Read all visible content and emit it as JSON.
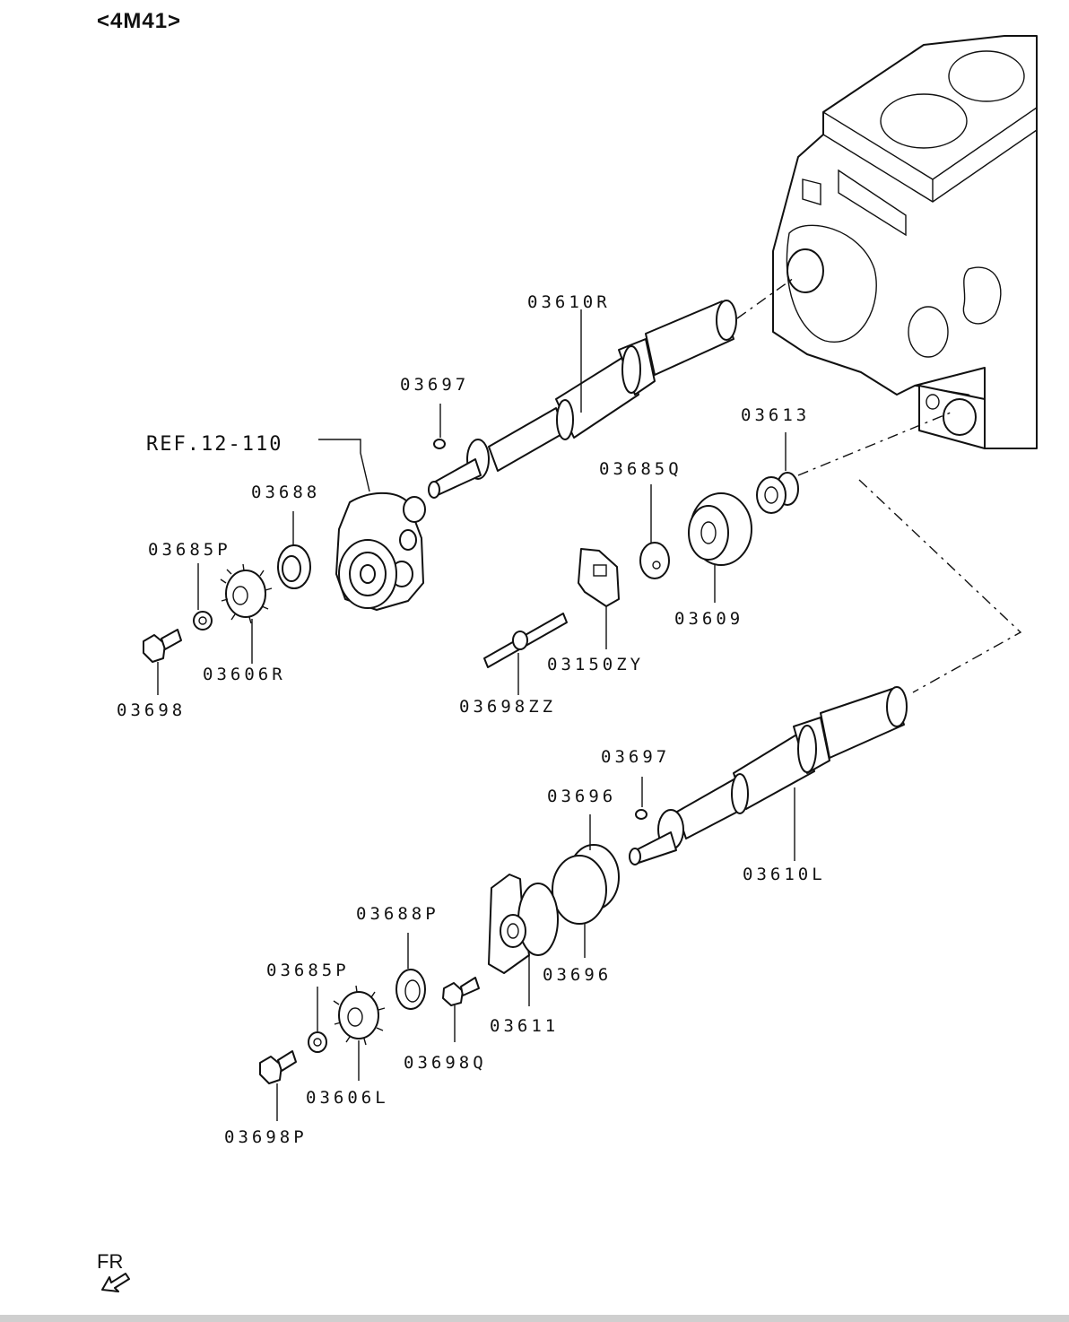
{
  "diagram": {
    "title": "<4M41>",
    "ref_label": "REF.12-110",
    "orientation": "FR",
    "part_labels": {
      "p03610R": "03610R",
      "p03697_top": "03697",
      "p03688": "03688",
      "p03685P_top": "03685P",
      "p03698": "03698",
      "p03606R": "03606R",
      "p03613": "03613",
      "p03685Q": "03685Q",
      "p03609": "03609",
      "p03150ZY": "03150ZY",
      "p03698ZZ": "03698ZZ",
      "p03697_bottom": "03697",
      "p03696_top": "03696",
      "p03610L": "03610L",
      "p03688P": "03688P",
      "p03685P_bottom": "03685P",
      "p03696_bottom": "03696",
      "p03611": "03611",
      "p03698Q": "03698Q",
      "p03606L": "03606L",
      "p03698P": "03698P"
    }
  }
}
